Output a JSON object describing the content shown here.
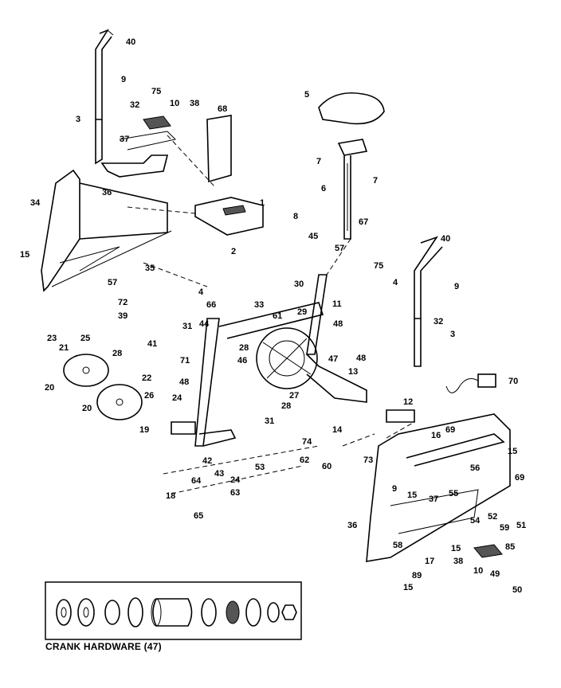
{
  "labels": {
    "p40a": "40",
    "p9a": "9",
    "p75a": "75",
    "p10a": "10",
    "p38a": "38",
    "p32a": "32",
    "p3a": "3",
    "p37a": "37",
    "p36a": "36",
    "p34": "34",
    "p15a": "15",
    "p68": "68",
    "p1": "1",
    "p5": "5",
    "p7a": "7",
    "p7b": "7",
    "p6": "6",
    "p8": "8",
    "p45": "45",
    "p67": "67",
    "p57a": "57",
    "p75b": "75",
    "p4a": "4",
    "p40b": "40",
    "p9b": "9",
    "p30": "30",
    "p11": "11",
    "p2": "2",
    "p4b": "4",
    "p57b": "57",
    "p35": "35",
    "p72": "72",
    "p39": "39",
    "p31a": "31",
    "p44": "44",
    "p66": "66",
    "p33": "33",
    "p29": "29",
    "p61": "61",
    "p41": "41",
    "p32b": "32",
    "p3b": "3",
    "p48a": "48",
    "p48b": "48",
    "p23": "23",
    "p21": "21",
    "p25": "25",
    "p28a": "28",
    "p28b": "28",
    "p47": "47",
    "p20a": "20",
    "p71": "71",
    "p46": "46",
    "p22": "22",
    "p13": "13",
    "p70": "70",
    "p48c": "48",
    "p27": "27",
    "p28c": "28",
    "p20b": "20",
    "p26": "26",
    "p19": "19",
    "p12": "12",
    "p14": "14",
    "p24a": "24",
    "p31b": "31",
    "p16": "16",
    "p69a": "69",
    "p15b": "15",
    "p74": "74",
    "p73": "73",
    "p62": "62",
    "p53": "53",
    "p60": "60",
    "p42": "42",
    "p43": "43",
    "p24b": "24",
    "p56": "56",
    "p69b": "69",
    "p64": "64",
    "p55": "55",
    "p18": "18",
    "p63": "63",
    "p65": "65",
    "p9c": "9",
    "p15c": "15",
    "p37b": "37",
    "p52": "52",
    "p51": "51",
    "p36b": "36",
    "p54": "54",
    "p59": "59",
    "p58": "58",
    "p15d": "15",
    "p85": "85",
    "p17": "17",
    "p38b": "38",
    "p10b": "10",
    "p49": "49",
    "p89": "89",
    "p15e": "15",
    "p50": "50"
  },
  "caption": "CRANK HARDWARE (47)"
}
